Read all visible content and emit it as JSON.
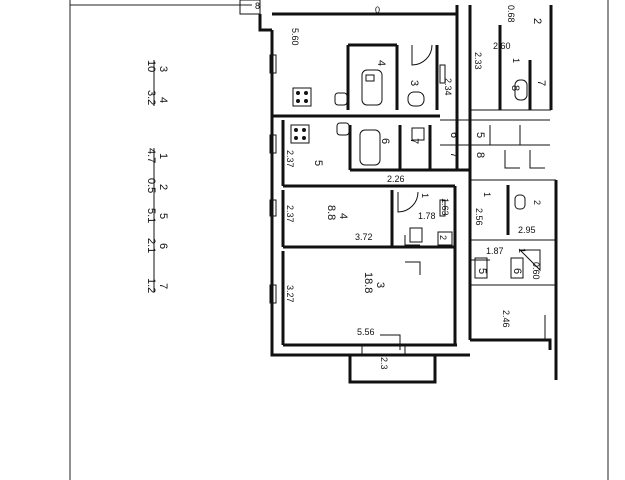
{
  "plan": {
    "dimensions": {
      "d_5_60": "5.60",
      "d_2_34": "2.34",
      "d_2_37a": "2.37",
      "d_2_26": "2.26",
      "d_2_37b": "2.37",
      "d_3_72": "3.72",
      "d_1_78": "1.78",
      "d_1_63": "1.63",
      "d_3_27": "3.27",
      "d_5_56": "5.56",
      "d_2_3": "2.3",
      "d_0_68": "0.68",
      "d_2_60": "2.60",
      "d_2_33": "2.33",
      "d_2_56": "2.56",
      "d_2_95": "2.95",
      "d_1_87": "1.87",
      "d_0_60": "0.60",
      "d_2_46": "2.46"
    },
    "rooms": {
      "r4_top": "4",
      "r3_top": "3",
      "r6": "6",
      "r7": "7",
      "r5": "5",
      "r6_hall": "6",
      "r7_hall": "7",
      "r5_hall": "5",
      "r8_hall": "8",
      "r1_a": "1",
      "r1_b": "1",
      "r1_c": "1",
      "r1_d": "1",
      "r2_a": "2",
      "r2_b": "2",
      "r4_mid_num": "4",
      "r4_mid_area": "8.8",
      "r3_big_num": "3",
      "r3_big_area": "18.8",
      "r8_right": "8",
      "r7_right": "7",
      "r2_right": "2",
      "r5_right": "5",
      "r6_right": "6"
    },
    "legend": {
      "c3": "3",
      "c4": "4",
      "a10": "10",
      "a32": "3.2",
      "c1": "1",
      "c2": "2",
      "c5": "5",
      "c6": "6",
      "c7": "7",
      "a47": "4.7",
      "a05": "0.5",
      "a51": "5.1",
      "a21": "2.1",
      "a12": "1.2"
    },
    "top_fragment": "0",
    "corner_fragment": "8"
  }
}
